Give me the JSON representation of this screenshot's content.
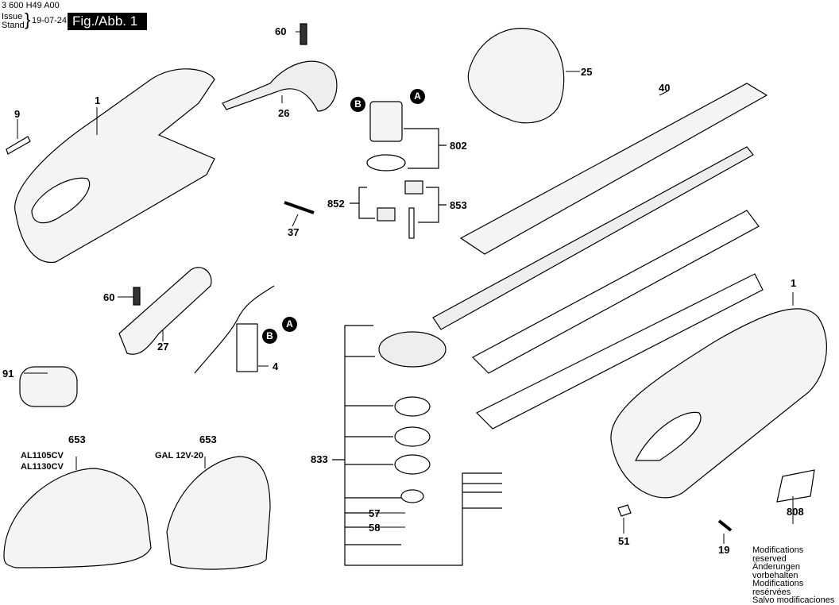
{
  "header": {
    "doc_number": "3 600 H49 A00",
    "issue_label": "Issue",
    "stand_label": "Stand",
    "date": "19-07-24",
    "figure": "Fig./Abb. 1"
  },
  "parts": {
    "p1_top": "1",
    "p9": "9",
    "p60_top": "60",
    "p26": "26",
    "p25": "25",
    "p40": "40",
    "p802": "802",
    "p852": "852",
    "p853": "853",
    "p37": "37",
    "p60_mid": "60",
    "p27": "27",
    "p4": "4",
    "p91": "91",
    "p653a": "653",
    "p653b": "653",
    "p833": "833",
    "p57": "57",
    "p58": "58",
    "p1_right": "1",
    "p808": "808",
    "p51": "51",
    "p19": "19"
  },
  "markers": {
    "a_top": "A",
    "b_top": "B",
    "a_mid": "A",
    "b_mid": "B"
  },
  "chargers": {
    "left_models": [
      "AL1105CV",
      "AL1130CV"
    ],
    "right_model": "GAL 12V-20"
  },
  "notes": [
    "Modifications reserved",
    "Änderungen vorbehalten",
    "Modifications resérvées",
    "Salvo modificaciones"
  ]
}
